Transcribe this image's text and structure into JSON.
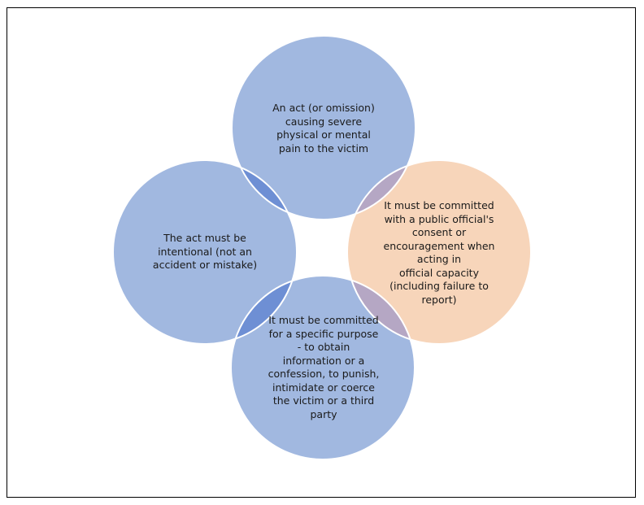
{
  "diagram": {
    "colors": {
      "blue_circle": "#a1b8e0",
      "peach_circle": "#f7d5ba",
      "overlap_blue": "#6e8fd4",
      "overlap_peach": "#b5a7c4",
      "circle_border": "#ffffff",
      "frame_border": "#000000"
    },
    "circles": [
      {
        "id": "top",
        "text": "An act (or omission)\ncausing severe\nphysical or mental\npain to the victim"
      },
      {
        "id": "right",
        "text": "It must be committed\nwith a public official's\nconsent or\nencouragement when\nacting in\nofficial capacity\n(including failure to\nreport)"
      },
      {
        "id": "left",
        "text": "The act must be\nintentional (not an\naccident or mistake)"
      },
      {
        "id": "bottom",
        "text": "It must be committed\nfor a specific purpose\n- to obtain\ninformation or a\nconfession, to punish,\nintimidate or coerce\nthe victim or a third\nparty"
      }
    ]
  }
}
